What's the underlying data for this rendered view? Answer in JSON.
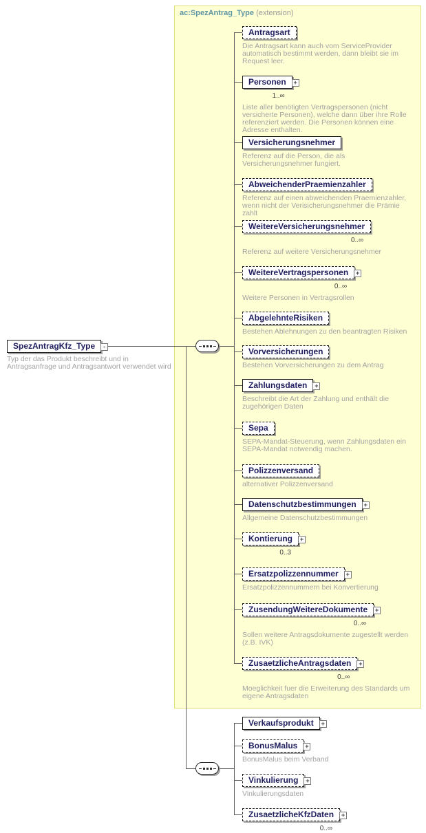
{
  "root": {
    "name": "SpezAntragKfz_Type",
    "description": "Typ der das Produkt beschreibt und in Antragsanfrage und Antragsantwort verwendet wird"
  },
  "extension": {
    "title": "ac:SpezAntrag_Type",
    "suffix": "(extension)"
  },
  "icons": {
    "expand": "+",
    "collapse": "-"
  },
  "palette": {
    "extension_background": "#ffffd4",
    "extension_border": "#dfdf7e",
    "base_type_title": "#5f96a3",
    "annotation_text": "#a3a3a3",
    "element_text": "#1f1f5f",
    "connector_line": "#5c5c5c"
  },
  "base_elements": [
    {
      "name": "Antragsart",
      "optional": true,
      "expandable": false,
      "cardinality": "",
      "description": "Die Antragsart kann auch vom ServiceProvider automatisch bestimmt werden, dann bleibt sie im Request leer."
    },
    {
      "name": "Personen",
      "optional": false,
      "expandable": true,
      "cardinality": "1..∞",
      "description": "Liste aller benötigten Vertragspersonen (nicht versicherte Personen), welche dann über ihre Rolle referenziert werden. Die Personen können eine Adresse enthalten."
    },
    {
      "name": "Versicherungsnehmer",
      "optional": false,
      "expandable": false,
      "cardinality": "",
      "description": "Referenz auf die Person, die als Versicherungsnehmer fungiert."
    },
    {
      "name": "AbweichenderPraemienzahler",
      "optional": true,
      "expandable": false,
      "cardinality": "",
      "description": "Referenz auf einen abweichenden Praemienzahler, wenn nicht der Verisicherungsnehmer die Prämie zahlt"
    },
    {
      "name": "WeitereVersicherungsnehmer",
      "optional": true,
      "expandable": false,
      "cardinality": "0..∞",
      "description": "Referenz auf weitere Versicherungsnehmer"
    },
    {
      "name": "WeitereVertragspersonen",
      "optional": true,
      "expandable": true,
      "cardinality": "0..∞",
      "description": "Weitere Personen in Vertragsrollen"
    },
    {
      "name": "AbgelehnteRisiken",
      "optional": true,
      "expandable": false,
      "cardinality": "",
      "description": "Bestehen Ablehnungen zu den beantragten Risiken"
    },
    {
      "name": "Vorversicherungen",
      "optional": true,
      "expandable": false,
      "cardinality": "",
      "description": "Bestehen Vorversicherungen zu dem Antrag"
    },
    {
      "name": "Zahlungsdaten",
      "optional": false,
      "expandable": true,
      "cardinality": "",
      "description": "Beschreibt die Art der Zahlung und enthält die zugehörigen Daten"
    },
    {
      "name": "Sepa",
      "optional": true,
      "expandable": false,
      "cardinality": "",
      "description": "SEPA-Mandat-Steuerung, wenn Zahlungsdaten ein SEPA-Mandat notwendig machen."
    },
    {
      "name": "Polizzenversand",
      "optional": true,
      "expandable": false,
      "cardinality": "",
      "description": "alternativer Polizzenversand"
    },
    {
      "name": "Datenschutzbestimmungen",
      "optional": false,
      "expandable": true,
      "cardinality": "",
      "description": "Allgemeine Datenschutzbestimmungen"
    },
    {
      "name": "Kontierung",
      "optional": true,
      "expandable": true,
      "cardinality": "0..3",
      "description": ""
    },
    {
      "name": "Ersatzpolizzennummer",
      "optional": true,
      "expandable": true,
      "cardinality": "",
      "description": "Ersatzpolizzennummern bei Konvertierung"
    },
    {
      "name": "ZusendungWeitereDokumente",
      "optional": true,
      "expandable": true,
      "cardinality": "0..∞",
      "description": "Sollen weitere Antragsdokumente zugestellt werden (z.B. IVK)"
    },
    {
      "name": "ZusaetzlicheAntragsdaten",
      "optional": true,
      "expandable": true,
      "cardinality": "0..∞",
      "description": "Moeglichkeit fuer die Erweiterung des Standards um eigene Antragsdaten"
    }
  ],
  "own_elements": [
    {
      "name": "Verkaufsprodukt",
      "optional": false,
      "expandable": true,
      "cardinality": "",
      "description": ""
    },
    {
      "name": "BonusMalus",
      "optional": true,
      "expandable": true,
      "cardinality": "",
      "description": "BonusMalus beim Verband"
    },
    {
      "name": "Vinkulierung",
      "optional": true,
      "expandable": true,
      "cardinality": "",
      "description": "Vinkulierungsdaten"
    },
    {
      "name": "ZusaetzlicheKfzDaten",
      "optional": true,
      "expandable": true,
      "cardinality": "0..∞",
      "description": ""
    }
  ]
}
